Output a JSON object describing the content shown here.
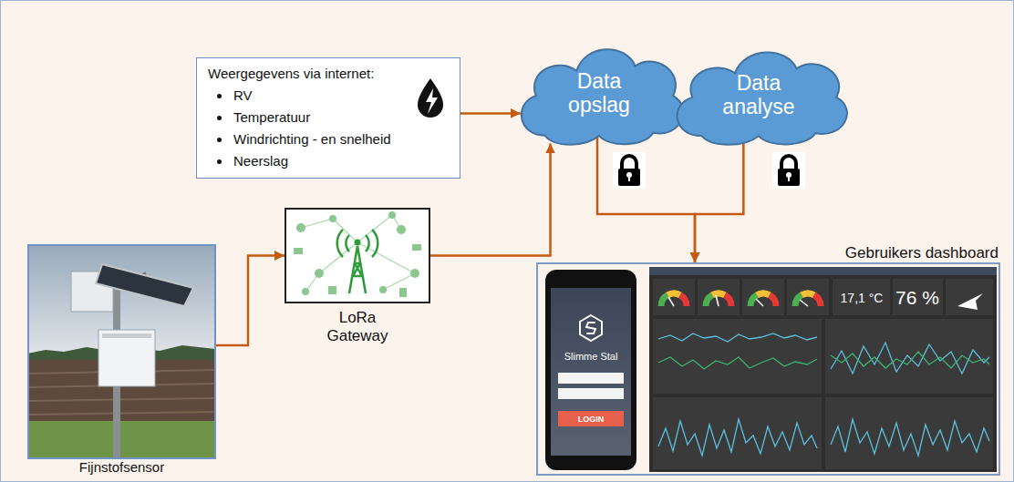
{
  "diagram": {
    "nodes": [
      {
        "text": [
          "Weergegevens via internet:",
          "RV",
          "Temperatuur",
          "Windrichting - en snelheid",
          "Neerslag"
        ]
      },
      {
        "text": [
          "Data opslag"
        ]
      },
      {
        "text": [
          "Data analyse"
        ]
      },
      {
        "text": [
          "LoRa Gateway"
        ]
      },
      {
        "text": [
          "Fijnstofsensor"
        ]
      },
      {
        "text": [
          "Gebruikers dashboard"
        ]
      }
    ],
    "edges": [
      {
        "from": 0,
        "to": 1,
        "arrow": "to"
      },
      {
        "from": 3,
        "to": 1,
        "arrow": "to"
      },
      {
        "from": 4,
        "to": 3,
        "arrow": "to"
      },
      {
        "from": 1,
        "to": 5,
        "arrow": "to"
      },
      {
        "from": 2,
        "to": 5,
        "arrow": "to"
      }
    ],
    "labels": [
      "Slimme Stal",
      "LOGIN",
      "17,1 °C",
      "76 %"
    ]
  }
}
